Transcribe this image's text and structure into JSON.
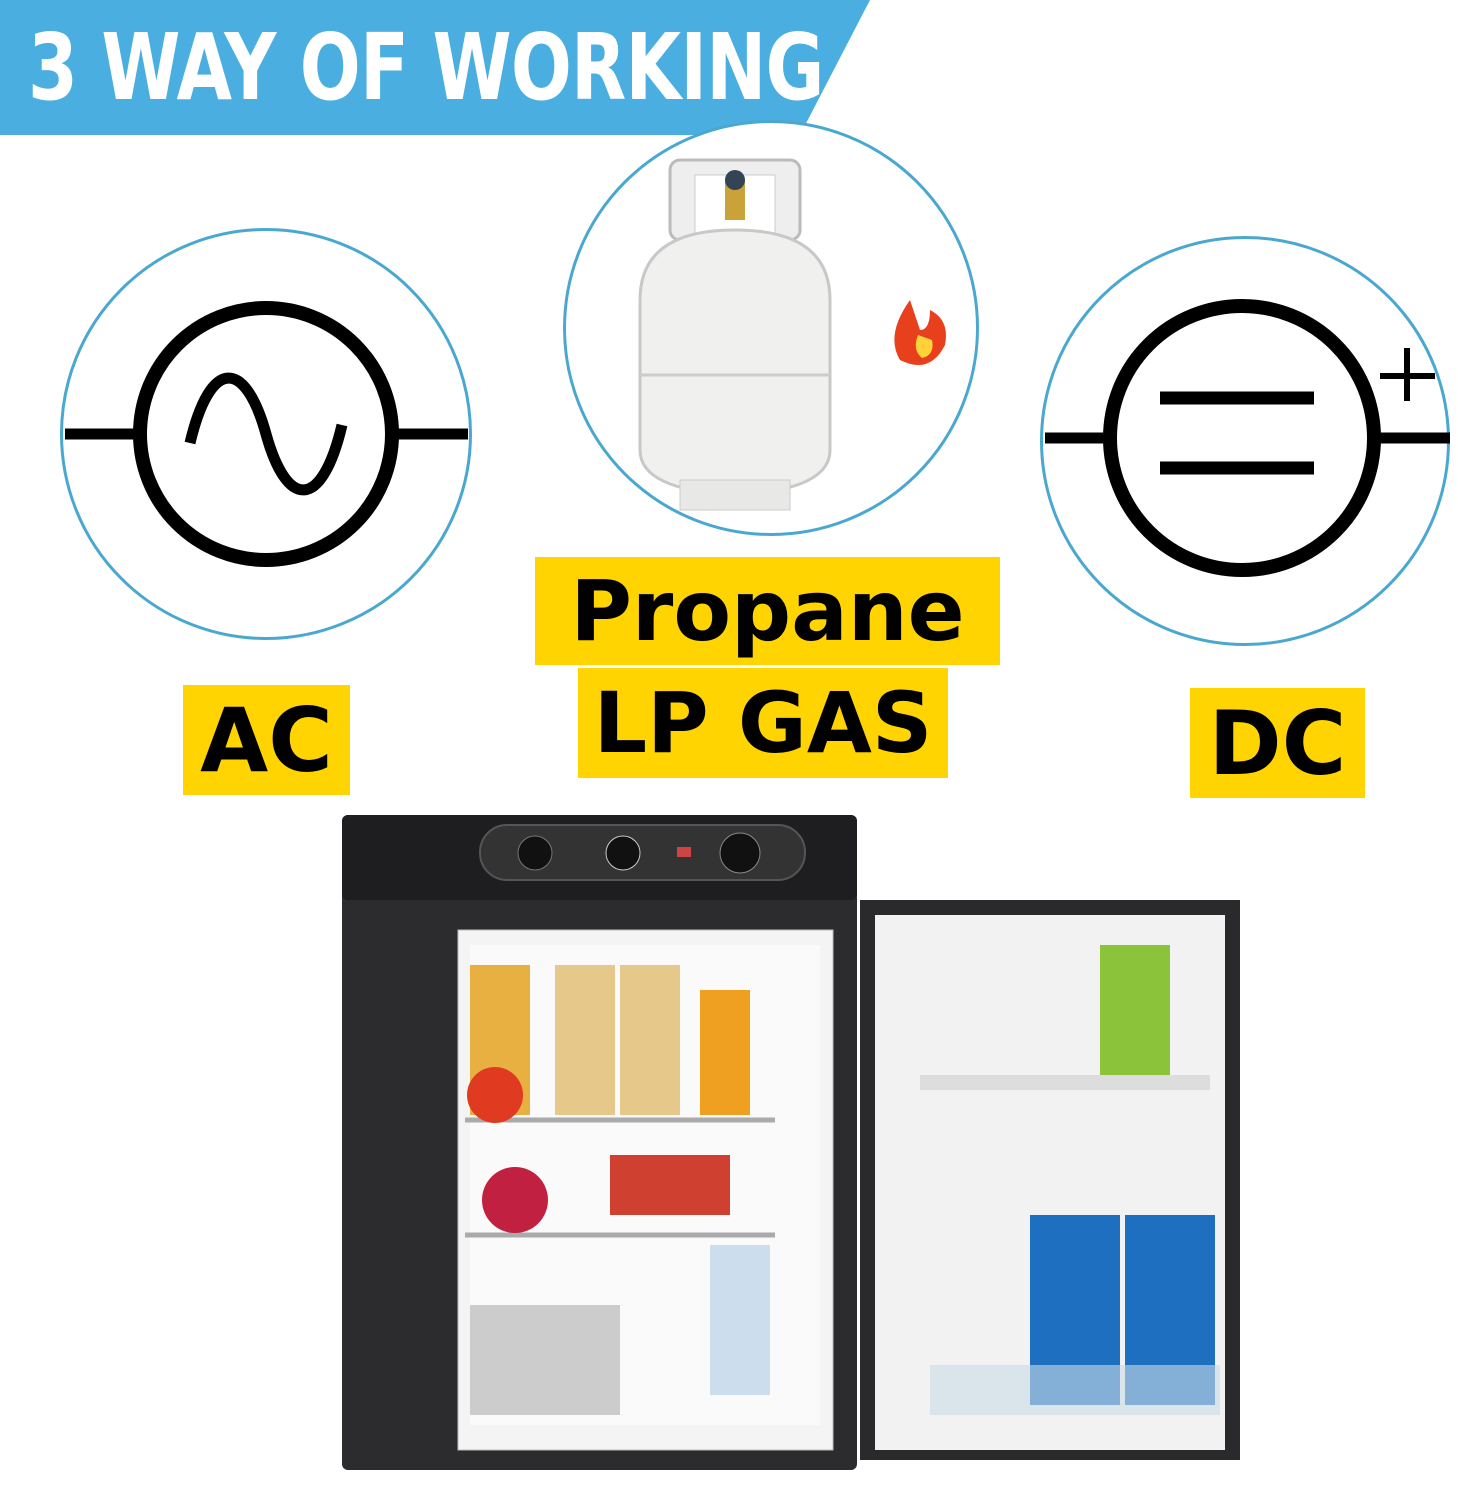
{
  "banner": {
    "title": "3 WAY OF WORKING",
    "color": "#4aafe0"
  },
  "modes": [
    {
      "label": "AC",
      "icon": "ac-symbol-icon"
    },
    {
      "label_line1": "Propane",
      "label_line2": "LP GAS",
      "icon": "propane-tank-icon"
    },
    {
      "label": "DC",
      "icon": "dc-symbol-icon"
    }
  ],
  "colors": {
    "label_bg": "#ffd400",
    "circle_border": "#4aa8d0"
  }
}
